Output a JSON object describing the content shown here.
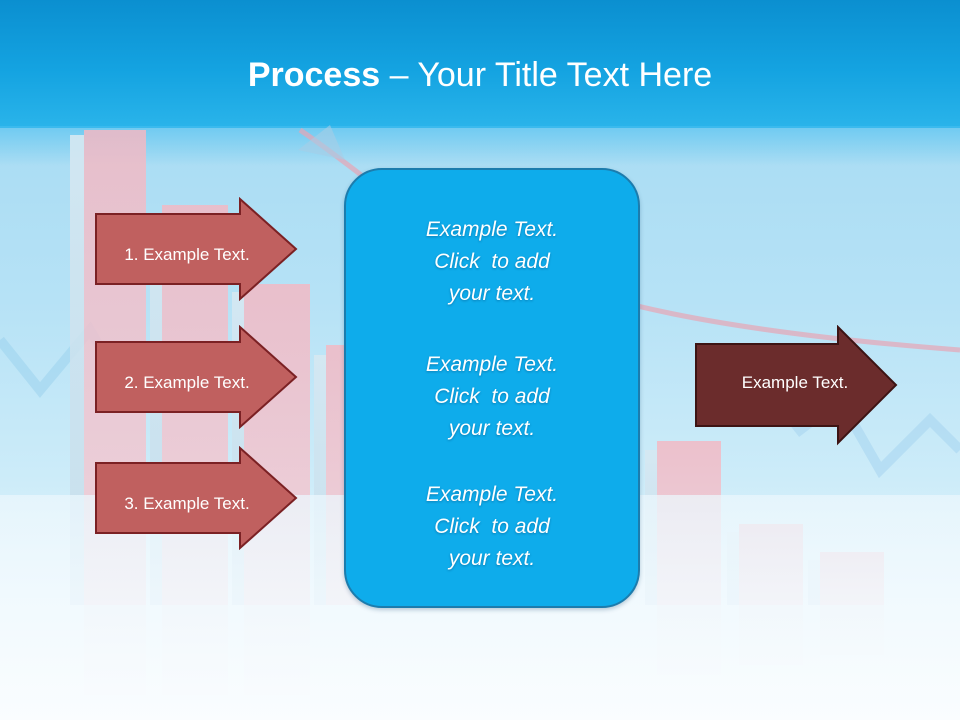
{
  "title": {
    "strong": "Process",
    "rest": " – Your Title Text Here"
  },
  "left_arrows": [
    {
      "label": "1. Example Text."
    },
    {
      "label": "2. Example Text."
    },
    {
      "label": "3. Example Text."
    }
  ],
  "center_box": {
    "paragraphs": [
      {
        "lines": [
          "Example Text.",
          "Click  to add",
          "your text."
        ]
      },
      {
        "lines": [
          "Example Text.",
          "Click  to add",
          "your text."
        ]
      },
      {
        "lines": [
          "Example Text.",
          "Click  to add",
          "your text."
        ]
      }
    ]
  },
  "right_arrow": {
    "label": "Example Text."
  },
  "colors": {
    "left_arrow_fill": "#c0605f",
    "right_arrow_fill": "#6b2c2c",
    "center_box_fill": "#0eaceb",
    "header": "#14a3e1"
  }
}
